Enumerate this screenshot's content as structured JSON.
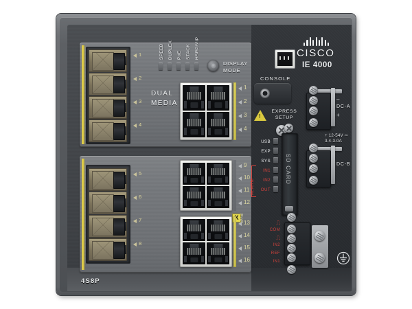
{
  "device": {
    "brand": "CISCO",
    "model_name": "IE 4000",
    "model_code": "4S8P"
  },
  "led_bank": {
    "labels": [
      "SPEED",
      "DUPLEX",
      "PoE",
      "STACK",
      "HSRP/VIP"
    ],
    "mode_button": "display-mode-button",
    "mode_text_line1": "DISPLAY",
    "mode_text_line2": "MODE"
  },
  "dual_media": {
    "line1": "DUAL",
    "line2": "MEDIA",
    "top_ports": [
      "1",
      "2",
      "3",
      "4"
    ],
    "bottom_ports": [
      "5",
      "6",
      "7",
      "8"
    ]
  },
  "rj45": {
    "top_block_ports": [
      "1",
      "2",
      "3",
      "4"
    ],
    "mid_block_ports": [
      "9",
      "10",
      "11",
      "12"
    ],
    "bottom_block_ports": [
      "13",
      "14",
      "15",
      "16"
    ],
    "x_marker": "X",
    "poe_label": "PoE"
  },
  "console": {
    "label": "CONSOLE",
    "jack": "console-jack"
  },
  "express_setup": {
    "line1": "EXPRESS",
    "line2": "SETUP",
    "warning": "!"
  },
  "status_leds": {
    "items": [
      {
        "label": "USB",
        "color": "white"
      },
      {
        "label": "EXP",
        "color": "white"
      },
      {
        "label": "SYS",
        "color": "white"
      },
      {
        "label": "IN1",
        "color": "red"
      },
      {
        "label": "IN2",
        "color": "red"
      },
      {
        "label": "OUT",
        "color": "red"
      }
    ],
    "alarm_label": "ALARM"
  },
  "sd_card": {
    "label": "SD CARD"
  },
  "power": {
    "dc_a_label": "DC-A",
    "dc_b_label": "DC-B",
    "minus": "–",
    "plus": "+",
    "spec_line1": "+ 12-54V ⎓",
    "spec_line2": "3.4-3.0A"
  },
  "alarm_io": {
    "rows": [
      "COM",
      "IN2",
      "REF",
      "IN1"
    ],
    "sym_top": "⎍",
    "sym_mid": "⎍"
  },
  "ground": {
    "symbol": "earth-ground-symbol"
  },
  "colors": {
    "accent_yellow": "#d9cf5a",
    "alarm_red": "#cf413b",
    "chassis_grey": "#5d6064",
    "faceplate_dark": "#2c2f33"
  }
}
